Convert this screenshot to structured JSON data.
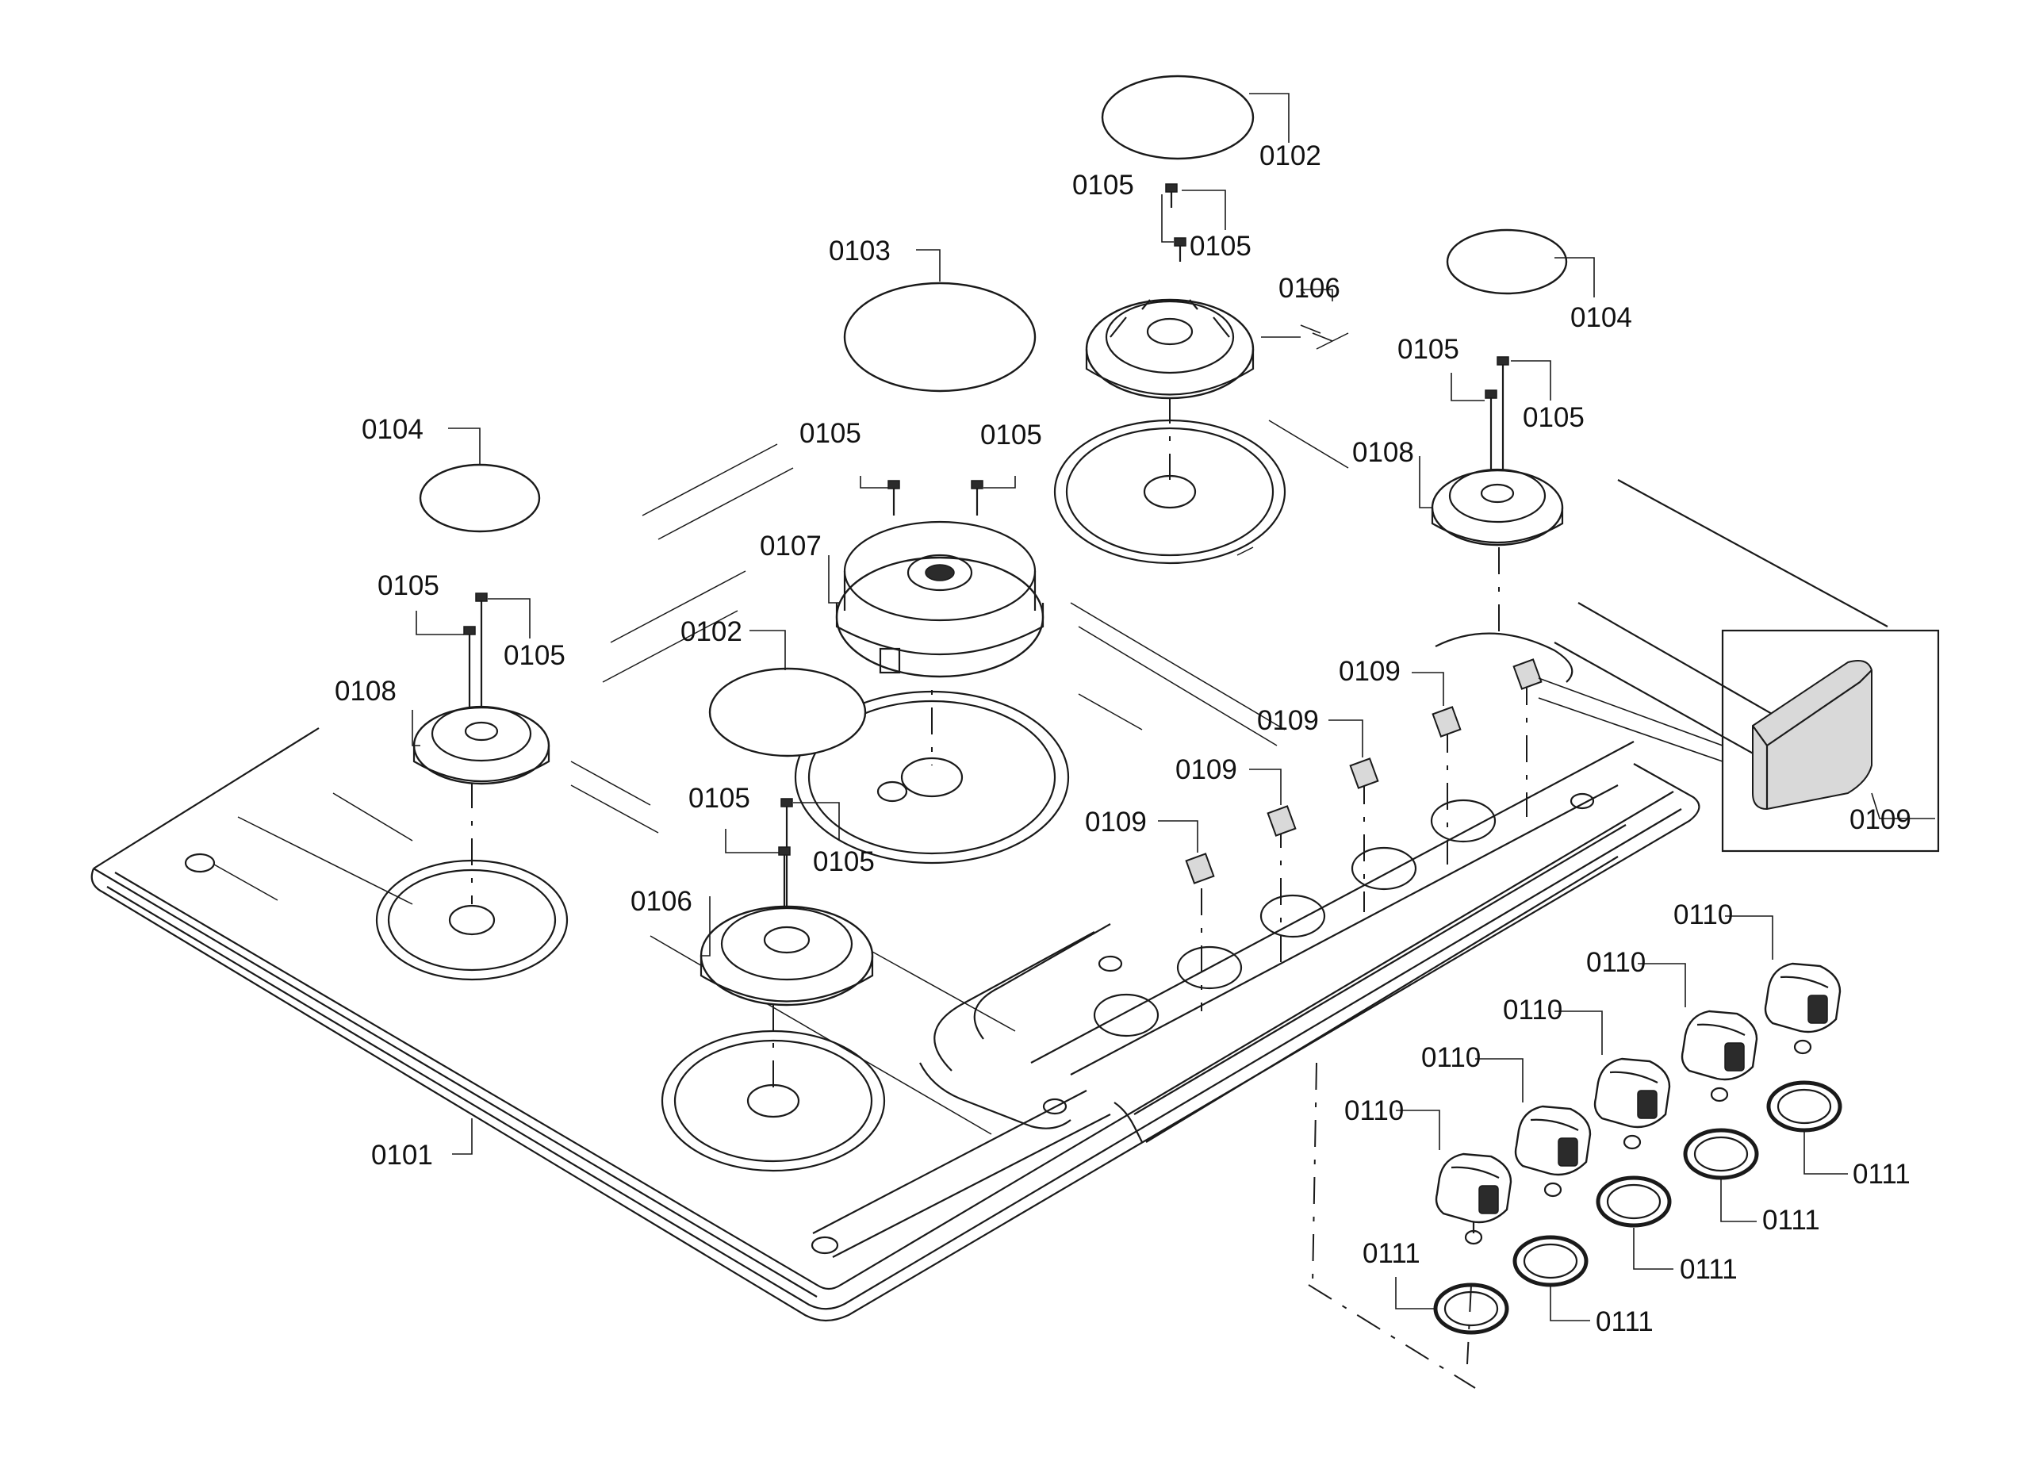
{
  "diagram": {
    "callouts": {
      "cooktop": "0101",
      "cap_large_top": "0102",
      "cap_large_mid": "0102",
      "cap_xl": "0103",
      "cap_small_left": "0104",
      "cap_small_right": "0104",
      "screw_top_a": "0105",
      "screw_top_b": "0105",
      "screw_center_a": "0105",
      "screw_center_b": "0105",
      "screw_left_a": "0105",
      "screw_left_b": "0105",
      "screw_right_a": "0105",
      "screw_right_b": "0105",
      "screw_front_a": "0105",
      "screw_front_b": "0105",
      "burner_top": "0106",
      "burner_front": "0106",
      "burner_center": "0107",
      "burner_left": "0108",
      "burner_right": "0108",
      "switch_1": "0109",
      "switch_2": "0109",
      "switch_3": "0109",
      "switch_4": "0109",
      "switch_detail": "0109",
      "knob_1": "0110",
      "knob_2": "0110",
      "knob_3": "0110",
      "knob_4": "0110",
      "knob_5": "0110",
      "ring_1": "0111",
      "ring_2": "0111",
      "ring_3": "0111",
      "ring_4": "0111",
      "ring_5": "0111"
    }
  }
}
